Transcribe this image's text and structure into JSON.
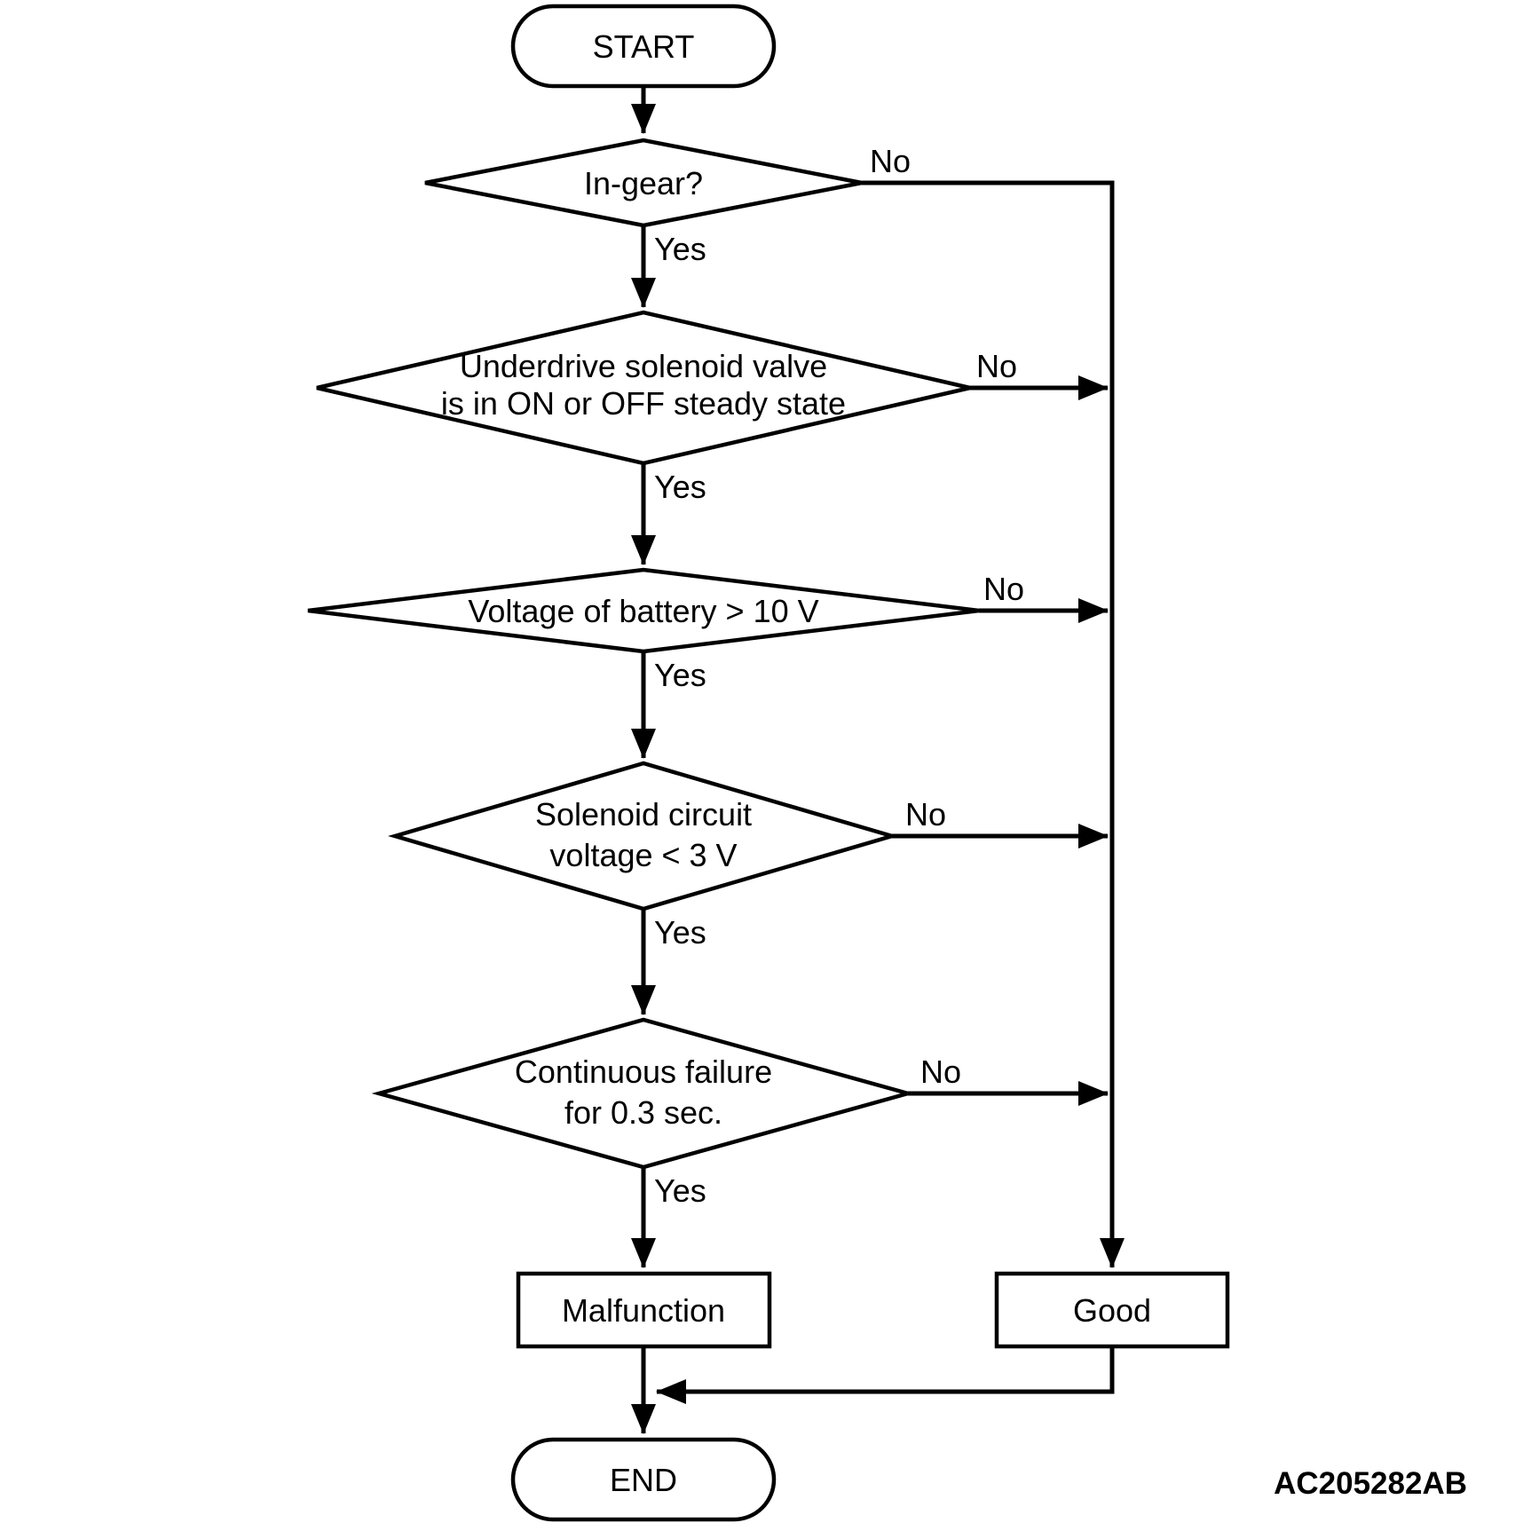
{
  "flowchart": {
    "background": "#ffffff",
    "line_color": "#000000",
    "figure_code": "AC205282AB",
    "start": {
      "label": "START"
    },
    "end": {
      "label": "END"
    },
    "decisions": [
      {
        "name": "in-gear",
        "lines": [
          "In-gear?"
        ],
        "yes": "Yes",
        "no": "No"
      },
      {
        "name": "underdrive-solenoid-steady",
        "lines": [
          "Underdrive solenoid valve",
          "is in ON or OFF steady state"
        ],
        "yes": "Yes",
        "no": "No"
      },
      {
        "name": "battery-voltage",
        "lines": [
          "Voltage of battery > 10 V"
        ],
        "yes": "Yes",
        "no": "No"
      },
      {
        "name": "solenoid-circuit-voltage",
        "lines": [
          "Solenoid circuit",
          "voltage < 3 V"
        ],
        "yes": "Yes",
        "no": "No"
      },
      {
        "name": "continuous-failure",
        "lines": [
          "Continuous failure",
          "for 0.3 sec."
        ],
        "yes": "Yes",
        "no": "No"
      }
    ],
    "outcomes": {
      "malfunction": "Malfunction",
      "good": "Good"
    }
  }
}
